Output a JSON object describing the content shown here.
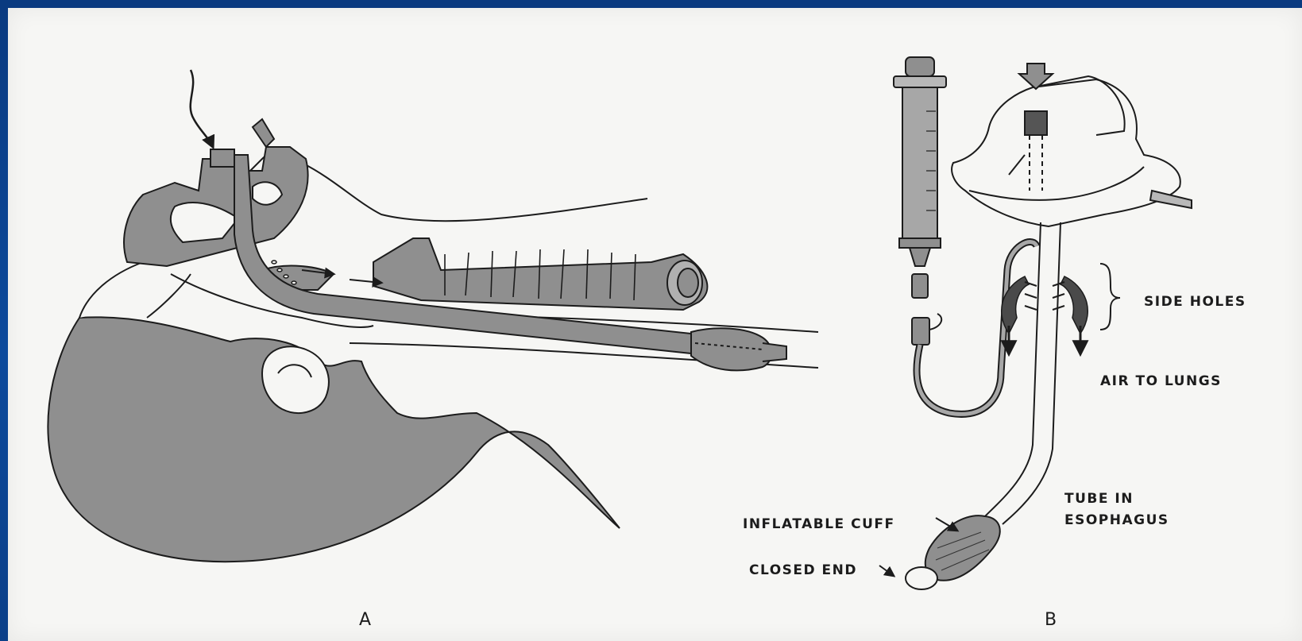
{
  "panels": [
    {
      "id": "A",
      "label": "A"
    },
    {
      "id": "B",
      "label": "B"
    }
  ],
  "labels": {
    "side_holes": "SIDE HOLES",
    "air_to_lungs": "AIR TO LUNGS",
    "tube_in_esophagus": [
      "TUBE IN",
      "ESOPHAGUS"
    ],
    "inflatable_cuff": "INFLATABLE CUFF",
    "closed_end": "CLOSED END"
  },
  "colors": {
    "background": "#0b3e86",
    "paper": "#f6f6f4",
    "ink": "#1c1c1c",
    "shade": "#8f8f8f",
    "dark_shade": "#4a4a4a"
  }
}
